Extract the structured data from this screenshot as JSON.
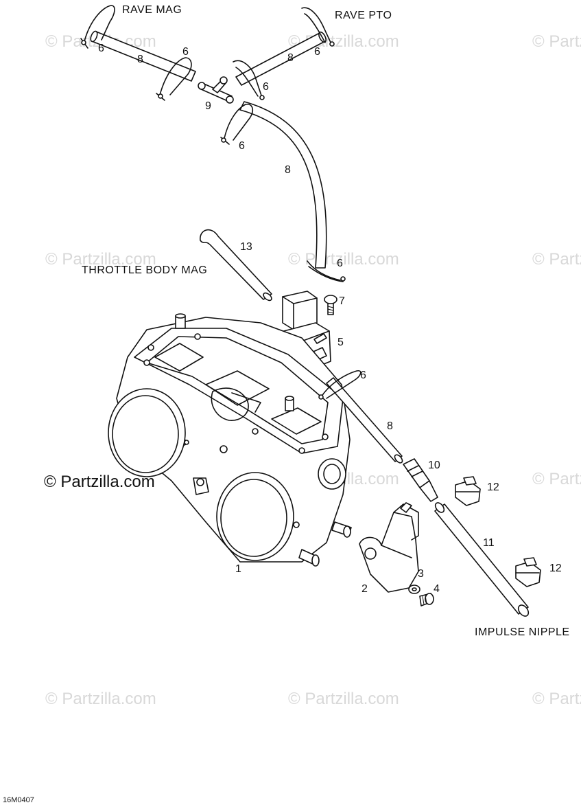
{
  "captions": {
    "rave_mag": "RAVE MAG",
    "rave_pto": "RAVE PTO",
    "throttle_body_mag": "THROTTLE BODY MAG",
    "impulse_nipple": "IMPULSE NIPPLE"
  },
  "callouts": {
    "c1": "1",
    "c2": "2",
    "c3": "3",
    "c4": "4",
    "c5": "5",
    "c6a": "6",
    "c6b": "6",
    "c6c": "6",
    "c6d": "6",
    "c6e": "6",
    "c6f": "6",
    "c6g": "6",
    "c7": "7",
    "c8a": "8",
    "c8b": "8",
    "c8c": "8",
    "c8d": "8",
    "c9": "9",
    "c10": "10",
    "c11": "11",
    "c12a": "12",
    "c12b": "12",
    "c13": "13"
  },
  "watermark": {
    "text": "© Partzilla.com",
    "text_cropped": "© Partzilla.com",
    "text_edge": "© Partz"
  },
  "diagram_code": "16M0407"
}
